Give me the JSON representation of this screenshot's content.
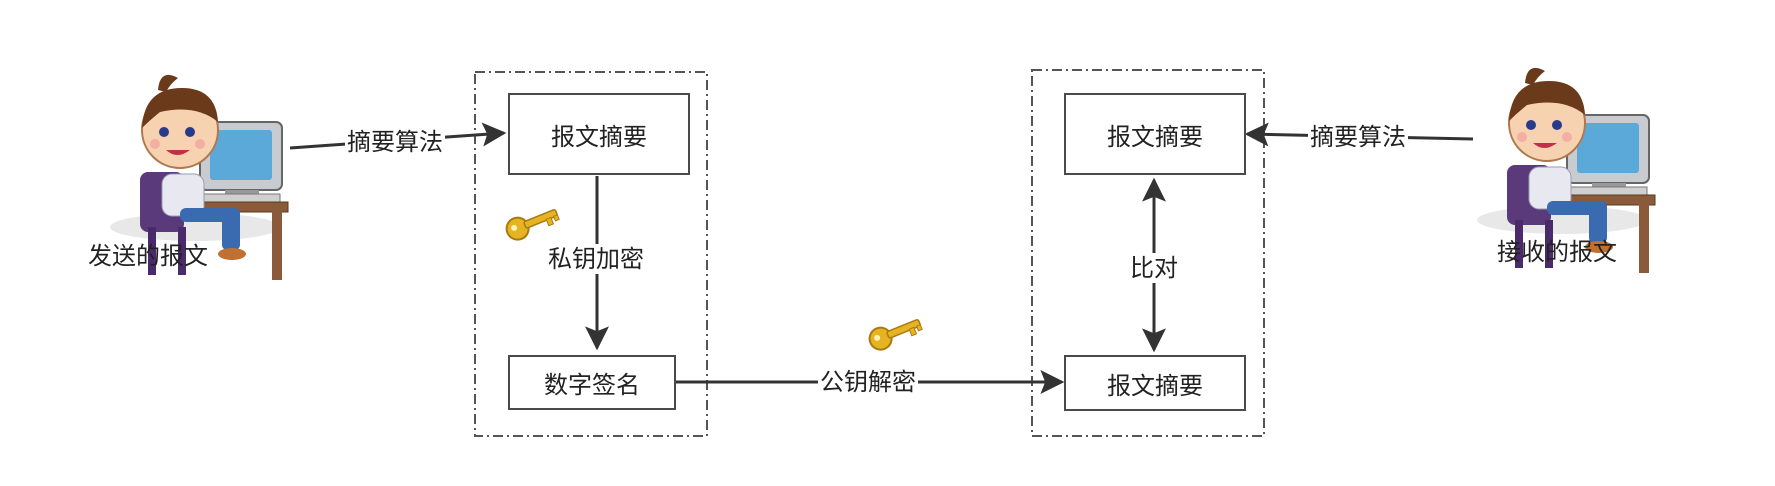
{
  "colors": {
    "line": "#333333",
    "box_border": "#4a4a4a",
    "key_gold": "#e0b020"
  },
  "sender": {
    "caption": "发送的报文",
    "icon": "person-at-computer-icon"
  },
  "receiver": {
    "caption": "接收的报文",
    "icon": "person-at-computer-icon"
  },
  "left_group": {
    "digest_box": "报文摘要",
    "signature_box": "数字签名",
    "encrypt_label": "私钥加密"
  },
  "right_group": {
    "digest_top_box": "报文摘要",
    "digest_bottom_box": "报文摘要",
    "compare_label": "比对"
  },
  "edges": {
    "sender_hash_label": "摘要算法",
    "receiver_hash_label": "摘要算法",
    "decrypt_label": "公钥解密"
  },
  "icons": {
    "key": "key-icon"
  }
}
